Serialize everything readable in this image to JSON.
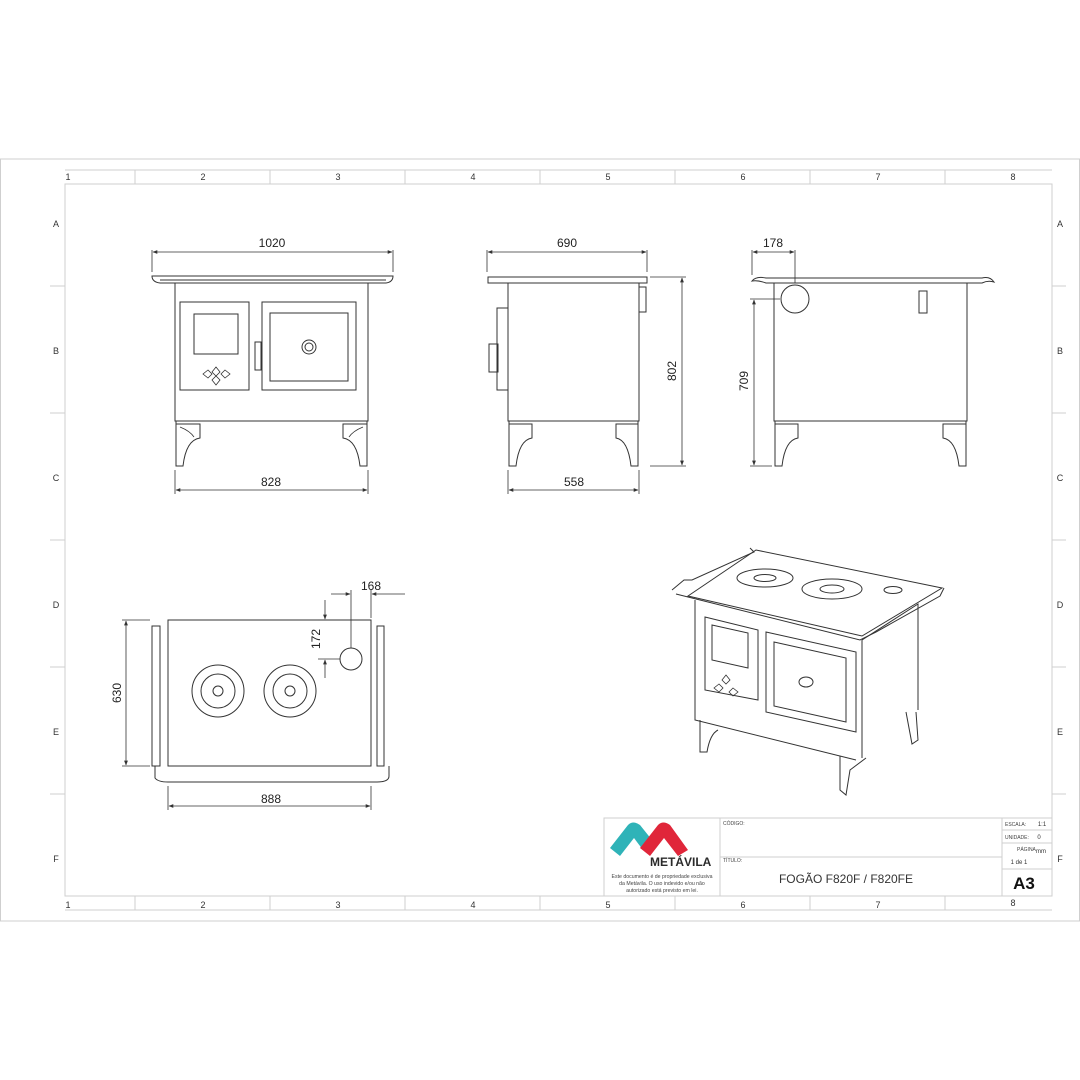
{
  "grid": {
    "columns": [
      "1",
      "2",
      "3",
      "4",
      "5",
      "6",
      "7",
      "8"
    ],
    "rows": [
      "A",
      "B",
      "C",
      "D",
      "E",
      "F"
    ]
  },
  "dimensions": {
    "front_width_top": "1020",
    "front_width_bottom": "828",
    "side_width_top": "690",
    "side_width_bottom": "558",
    "side_height": "802",
    "rear_offset": "178",
    "rear_height": "709",
    "top_offset_x": "168",
    "top_offset_y": "172",
    "top_depth": "630",
    "top_width": "888"
  },
  "title_block": {
    "logo_text": "METÁVILA",
    "disclaimer_line1": "Este documento é de propriedade exclusiva",
    "disclaimer_line2": "da Metávila. O uso indevido e/ou não",
    "disclaimer_line3": "autorizado está previsto em lei.",
    "codigo_label": "CÓDIGO:",
    "codigo_value": "",
    "titulo_label": "TÍTULO:",
    "titulo_value": "FOGÃO F820F / F820FE",
    "escala_label": "ESCALA:",
    "escala_value": "1:1",
    "unidade_label": "UNIDADE:",
    "unidade_value": "0",
    "pagina_label": "PÁGINA",
    "pagina_unit": "mm",
    "pagina_value": "1 de 1",
    "sheet_size": "A3",
    "logo_colors": {
      "teal": "#2fb3b8",
      "red": "#e0263a"
    }
  }
}
